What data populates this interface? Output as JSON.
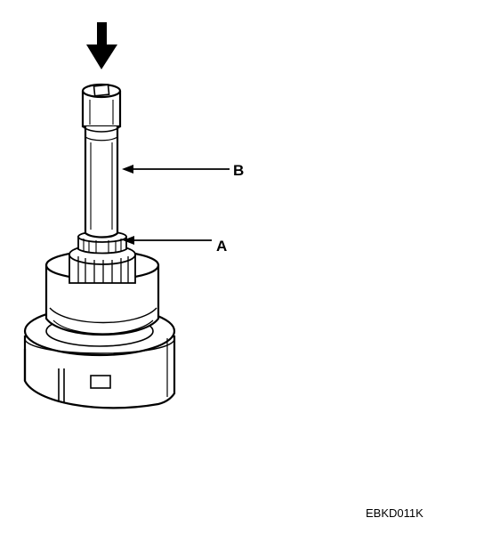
{
  "labels": {
    "callout_b": "B",
    "callout_a": "A",
    "figure_code": "EBKD011K"
  },
  "colors": {
    "ink": "#000000",
    "paper": "#ffffff"
  }
}
